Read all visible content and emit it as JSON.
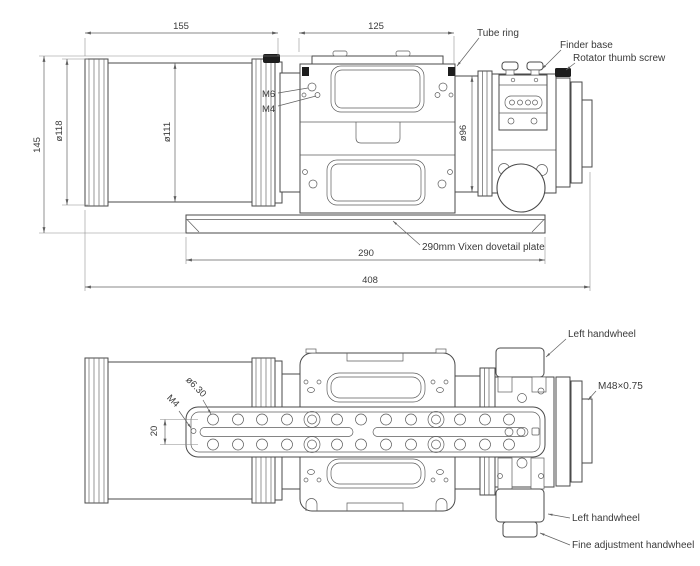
{
  "colors": {
    "line": "#4a4a4a",
    "dimension_line": "#616161",
    "text": "#3a3a3a",
    "background": "#ffffff",
    "black_detail": "#1d1d1d"
  },
  "side_view": {
    "dim_dew_shield_length": "155",
    "dim_tube_ring_span": "125",
    "dim_overall_height": "145",
    "dia_dew_shield_front": "ø118",
    "dia_dew_shield_tube": "ø111",
    "dia_rear_tube": "ø96",
    "thread_ring_top": "M6",
    "thread_ring_side": "M4",
    "callout_tube_ring": "Tube ring",
    "callout_finder_base": "Finder base",
    "callout_rotator_thumb_screw": "Rotator thumb screw",
    "callout_dovetail_plate": "290mm Vixen dovetail plate",
    "dim_plate_length": "290",
    "dim_overall_length": "408"
  },
  "bottom_view": {
    "callout_left_handwheel_top": "Left handwheel",
    "callout_drawtube_thread": "M48×0.75",
    "callout_left_handwheel_bottom": "Left handwheel",
    "callout_fine_adjustment_handwheel": "Fine adjustment handwheel",
    "dia_plate_holes": "ø6.30",
    "thread_plate_end": "M4",
    "dim_hole_row_spacing": "20"
  }
}
